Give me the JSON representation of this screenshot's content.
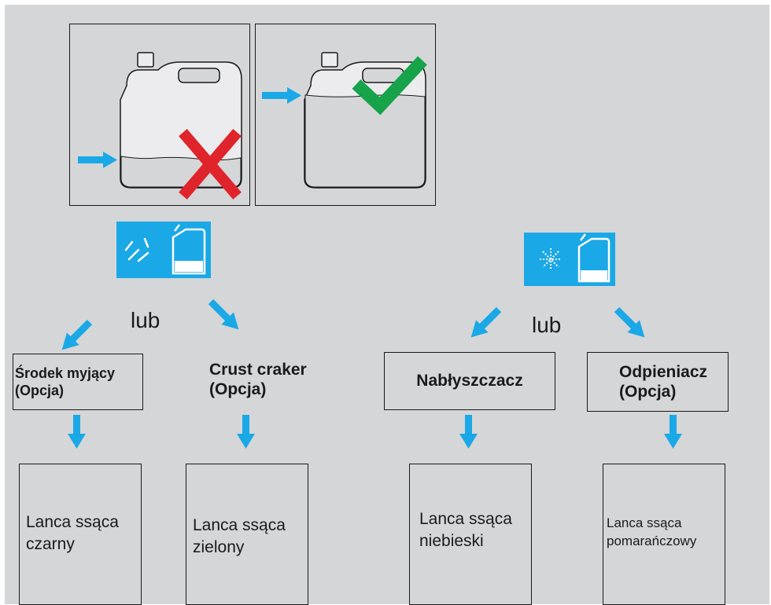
{
  "colors": {
    "background": "#d5d6d8",
    "arrow": "#1aa8e6",
    "icon_bg": "#1aa8e6",
    "cross": "#e0242b",
    "check": "#16a34a"
  },
  "panels": [
    {
      "name": "low-level-wrong",
      "icons": [
        "canister-icon",
        "arrow-right-icon",
        "cross-icon"
      ]
    },
    {
      "name": "high-level-correct",
      "icons": [
        "canister-icon",
        "arrow-right-icon",
        "checkmark-icon"
      ]
    }
  ],
  "groups": {
    "cleaning": {
      "icon": "spray-canister-icon",
      "or_label": "lub",
      "left": {
        "title_line1": "Środek myjący",
        "title_line2": "(Opcja)",
        "lance_line1": "Lanca ssąca",
        "lance_line2": "czarny"
      },
      "right": {
        "title_line1": "Crust craker",
        "title_line2": "(Opcja)",
        "lance_line1": "Lanca ssąca",
        "lance_line2": "zielony"
      }
    },
    "rinse": {
      "icon": "sparkle-canister-icon",
      "or_label": "lub",
      "left": {
        "title_line1": "Nabłyszczacz",
        "lance_line1": "Lanca ssąca",
        "lance_line2": "niebieski"
      },
      "right": {
        "title_line1": "Odpieniacz",
        "title_line2": "(Opcja)",
        "lance_line1": "Lanca ssąca",
        "lance_line2": "pomarańczowy"
      }
    }
  }
}
